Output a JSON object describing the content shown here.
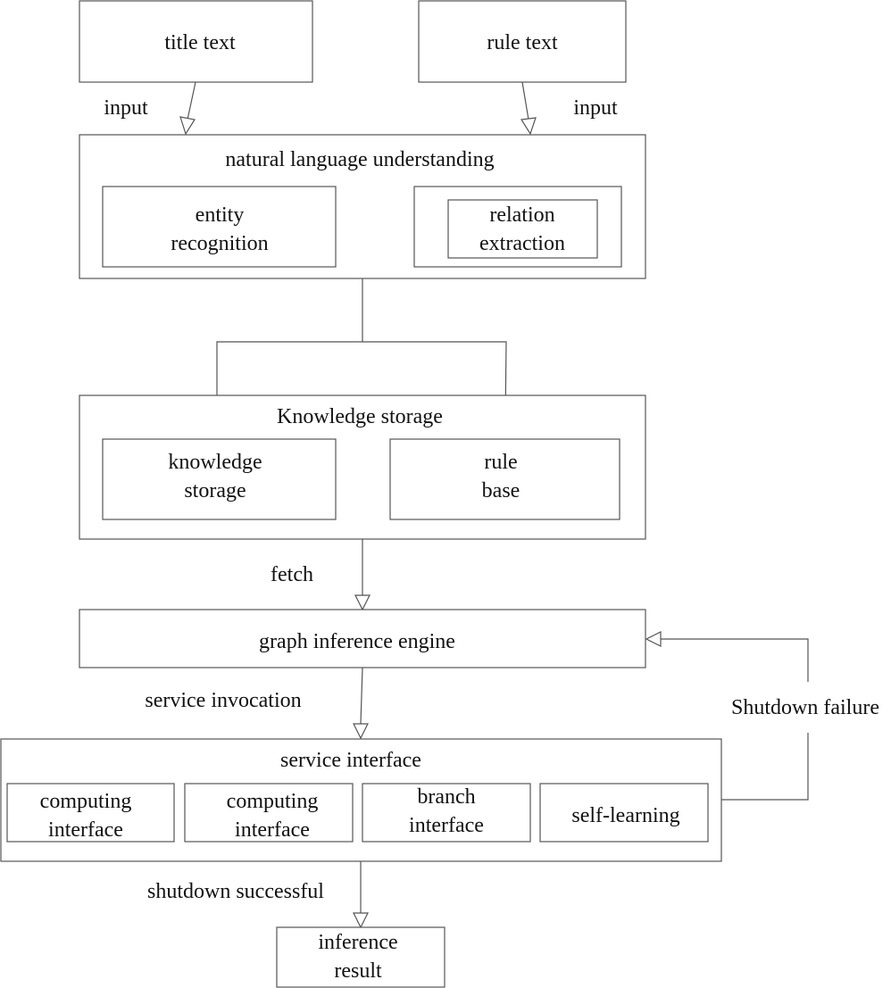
{
  "nodes": {
    "title_text": "title text",
    "rule_text": "rule text",
    "nlu_title": "natural language understanding",
    "entity_recognition": [
      "entity",
      "recognition"
    ],
    "relation_extraction": [
      "relation",
      "extraction"
    ],
    "knowledge_storage_title": "Knowledge storage",
    "knowledge_storage": [
      "knowledge",
      "storage"
    ],
    "rule_base": [
      "rule",
      "base"
    ],
    "graph_inference_engine": "graph inference engine",
    "service_interface_title": "service interface",
    "computing_interface_1": [
      "computing",
      "interface"
    ],
    "computing_interface_2": [
      "computing",
      "interface"
    ],
    "branch_interface": [
      "branch",
      "interface"
    ],
    "self_learning": "self-learning",
    "inference_result": [
      "inference",
      "result"
    ]
  },
  "edges": {
    "input_left": "input",
    "input_right": "input",
    "fetch": "fetch",
    "service_invocation": "service invocation",
    "shutdown_failure": "Shutdown failure",
    "shutdown_successful": "shutdown successful"
  }
}
